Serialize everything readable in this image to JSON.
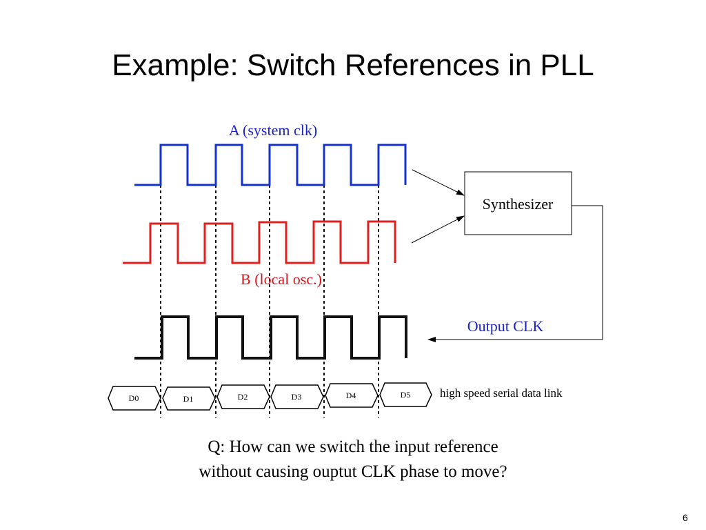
{
  "slide": {
    "title": "Example: Switch References in PLL",
    "page_number": "6"
  },
  "signals": {
    "a_label": "A (system clk)",
    "b_label": "B (local osc.)",
    "output_label": "Output CLK"
  },
  "synth_block": {
    "label": "Synthesizer"
  },
  "data_link": {
    "cells": [
      "D0",
      "D1",
      "D2",
      "D3",
      "D4",
      "D5"
    ],
    "label": "high speed serial data link"
  },
  "question": {
    "line1": "Q: How can we switch the input reference",
    "line2": "without causing ouptut CLK phase to move?"
  },
  "colors": {
    "clock_a": "#1533cc",
    "clock_b": "#e0201c",
    "output_clk": "#111111",
    "label_blue": "#1a22c8",
    "label_red": "#d4141a"
  }
}
